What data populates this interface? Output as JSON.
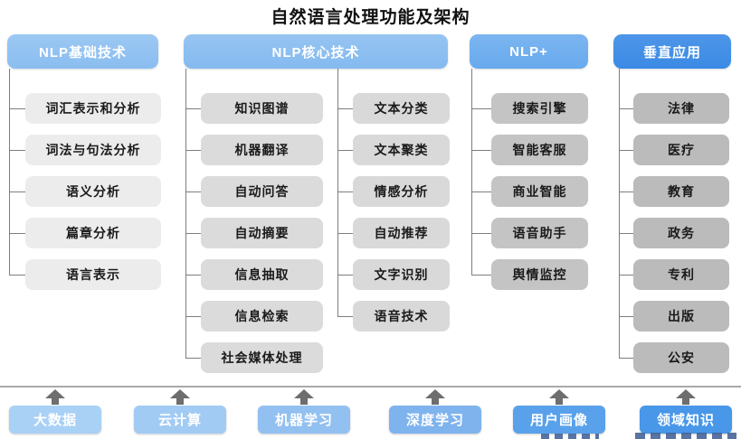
{
  "title": "自然语言处理功能及架构",
  "groups": [
    {
      "label": "NLP基础技术",
      "header_color": "#8abdf0",
      "node_color": "#ececec",
      "items": [
        "词汇表示和分析",
        "词法与句法分析",
        "语义分析",
        "篇章分析",
        "语言表示"
      ]
    },
    {
      "label": "NLP核心技术",
      "header_color": "#85baef",
      "node_color": "#dbdbdb",
      "items_left": [
        "知识图谱",
        "机器翻译",
        "自动问答",
        "自动摘要",
        "信息抽取",
        "信息检索",
        "社会媒体处理"
      ],
      "items_right": [
        "文本分类",
        "文本聚类",
        "情感分析",
        "自动推荐",
        "文字识别",
        "语音技术"
      ]
    },
    {
      "label": "NLP+",
      "header_color": "#67aaee",
      "node_color": "#c4c4c4",
      "items": [
        "搜索引擎",
        "智能客服",
        "商业智能",
        "语音助手",
        "舆情监控"
      ]
    },
    {
      "label": "垂直应用",
      "header_color": "#3a8ae4",
      "node_color": "#bbbbbb",
      "items": [
        "法律",
        "医疗",
        "教育",
        "政务",
        "专利",
        "出版",
        "公安"
      ]
    }
  ],
  "foundation": {
    "items": [
      {
        "label": "大数据",
        "color": "#a9d1f5"
      },
      {
        "label": "云计算",
        "color": "#a2cbf4"
      },
      {
        "label": "机器学习",
        "color": "#92c0f1"
      },
      {
        "label": "深度学习",
        "color": "#7fb3ee"
      },
      {
        "label": "用户画像",
        "color": "#5aa1eb"
      },
      {
        "label": "领域知识",
        "color": "#4897e9"
      }
    ]
  },
  "style_tokens": {
    "connector_line_color": "#7d7d7d",
    "arrow_color": "#6e6e6e",
    "divider_color": "#a9a9a9",
    "title_color": "#111111"
  }
}
